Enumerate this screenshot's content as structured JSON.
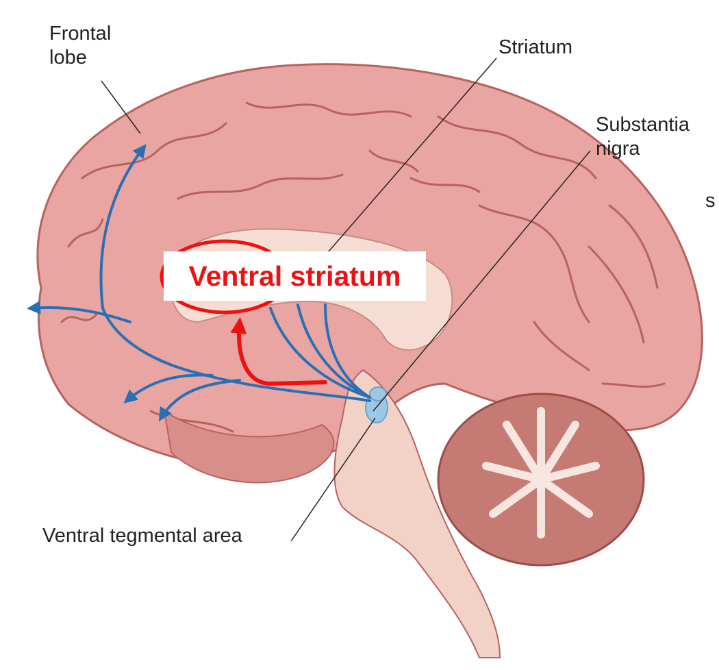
{
  "labels": {
    "frontal_lobe": [
      "Frontal",
      "lobe"
    ],
    "striatum": "Striatum",
    "substantia_nigra": [
      "Substantia",
      "nigra"
    ],
    "ventral_tegmental_area": "Ventral tegmental area",
    "ventral_striatum": "Ventral striatum",
    "edge_fragment": "s"
  },
  "colors": {
    "highlight": "#ee1111",
    "pathway": "#2a6fb5",
    "nucleus": "#9cc8e6",
    "cortex": "#e9a5a1",
    "cortex_dark": "#b7625f",
    "midline": "#f6ddd3",
    "label_text": "#222222"
  }
}
